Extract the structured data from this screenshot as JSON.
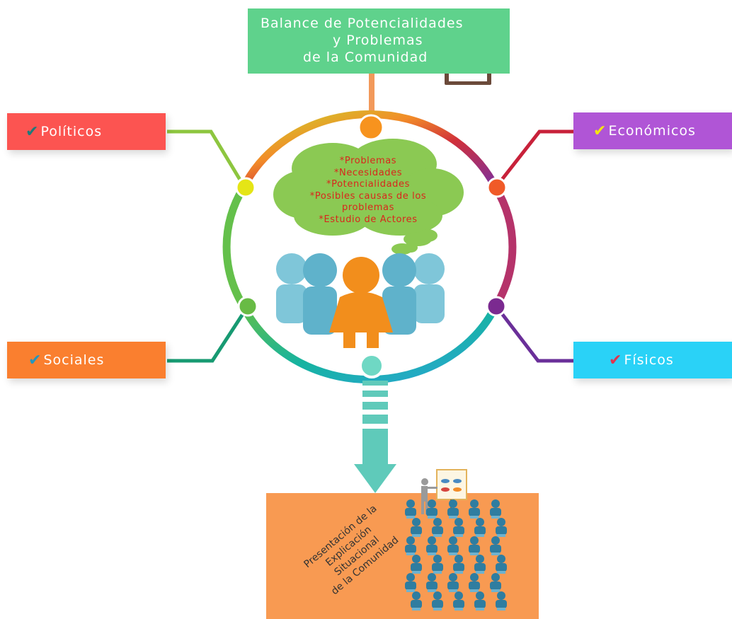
{
  "title": {
    "lines": [
      "Balance de Potencialidades",
      "y Problemas",
      "de la Comunidad"
    ]
  },
  "categories": {
    "politicos": {
      "label": "Políticos",
      "color": "#fc5451",
      "check_color": "#1f7a7a"
    },
    "economicos": {
      "label": "Económicos",
      "color": "#b055d6",
      "check_color": "#f4e610"
    },
    "sociales": {
      "label": "Sociales",
      "color": "#fa7f2f",
      "check_color": "#2596be"
    },
    "fisicos": {
      "label": "Físicos",
      "color": "#2ad2f7",
      "check_color": "#e0344f"
    }
  },
  "bubble": {
    "items": [
      "*Problemas",
      "*Necesidades",
      "*Potencialidades",
      "*Posibles causas de los",
      "problemas",
      "*Estudio de Actores"
    ]
  },
  "presentation": {
    "lines": [
      "Presentación de la",
      "Explicación",
      "Situacional",
      "de la Comunidad"
    ],
    "color": "#f89a52"
  },
  "icons": [
    "checklist-clipboard-icon",
    "people-group-icon",
    "presentation-audience-icon",
    "down-arrow-icon",
    "checkmark-icon"
  ]
}
